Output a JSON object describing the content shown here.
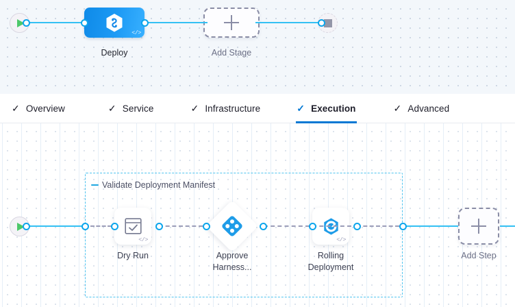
{
  "theme": {
    "accent_blue": "#0278d4",
    "link_blue": "#33c0f3",
    "port_blue": "#0ba5ec",
    "group_border": "#4ec3ef",
    "start_green": "#4dc86a",
    "stop_gray": "#9396a8",
    "stage_gradient_from": "#0e8ae8",
    "stage_gradient_to": "#38b0ff",
    "canvas_top_bg": "#f3f7fb",
    "canvas_bottom_bg": "#ffffff",
    "label_dark": "#22242e",
    "label_muted": "#6b6f86"
  },
  "stage_canvas": {
    "start_node": {
      "name": "start-node",
      "icon": "play-icon"
    },
    "end_node": {
      "name": "end-node",
      "icon": "stop-icon"
    },
    "stages": [
      {
        "label": "Deploy",
        "icon": "harness-hexagon-icon",
        "badge": "</>",
        "type": "deploy-stage"
      }
    ],
    "add_stage": {
      "label": "Add Stage",
      "icon": "plus-icon"
    }
  },
  "tabs": {
    "items": [
      {
        "label": "Overview",
        "icon": "check-icon",
        "active": false
      },
      {
        "label": "Service",
        "icon": "check-icon",
        "active": false
      },
      {
        "label": "Infrastructure",
        "icon": "check-icon",
        "active": false
      },
      {
        "label": "Execution",
        "icon": "check-icon",
        "active": true
      },
      {
        "label": "Advanced",
        "icon": "check-icon",
        "active": false
      }
    ]
  },
  "execution_canvas": {
    "start_node": {
      "name": "execution-start-node",
      "icon": "play-icon"
    },
    "group": {
      "title": "Validate Deployment Manifest",
      "collapse_icon": "minus-icon",
      "steps": [
        {
          "label": "Dry Run",
          "icon": "checkbox-list-icon",
          "badge": "</>",
          "shape": "rounded-square"
        },
        {
          "label": "Approve\nHarness...",
          "icon": "approval-diamond-icon",
          "badge": "",
          "shape": "diamond"
        },
        {
          "label": "Rolling\nDeployment",
          "icon": "rolling-deployment-icon",
          "badge": "</>",
          "shape": "rounded-square"
        }
      ]
    },
    "add_step": {
      "label": "Add Step",
      "icon": "plus-icon"
    }
  }
}
